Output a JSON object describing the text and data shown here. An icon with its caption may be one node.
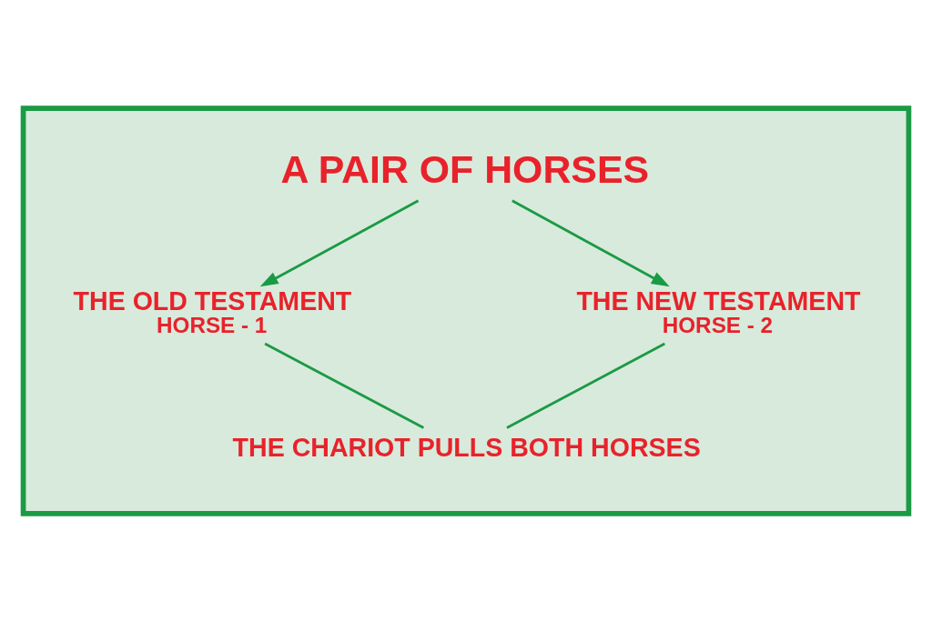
{
  "diagram": {
    "nodes": [
      {
        "text": [],
        "shape": "box"
      },
      {
        "text": [
          "A PAIR OF HORSES"
        ],
        "in": 0
      },
      {
        "text": [
          "THE OLD TESTAMENT",
          "HORSE - 1"
        ],
        "in": 0
      },
      {
        "text": [
          "THE NEW TESTAMENT",
          "HORSE - 2"
        ],
        "in": 0
      },
      {
        "text": [
          "THE CHARIOT PULLS BOTH HORSES"
        ],
        "in": 0
      }
    ],
    "edges": [
      {
        "from": 1,
        "to": 2,
        "arrow": "to"
      },
      {
        "from": 1,
        "to": 3,
        "arrow": "to"
      },
      {
        "from": 2,
        "to": 4,
        "arrow": "none"
      },
      {
        "from": 3,
        "to": 4,
        "arrow": "none"
      }
    ]
  }
}
